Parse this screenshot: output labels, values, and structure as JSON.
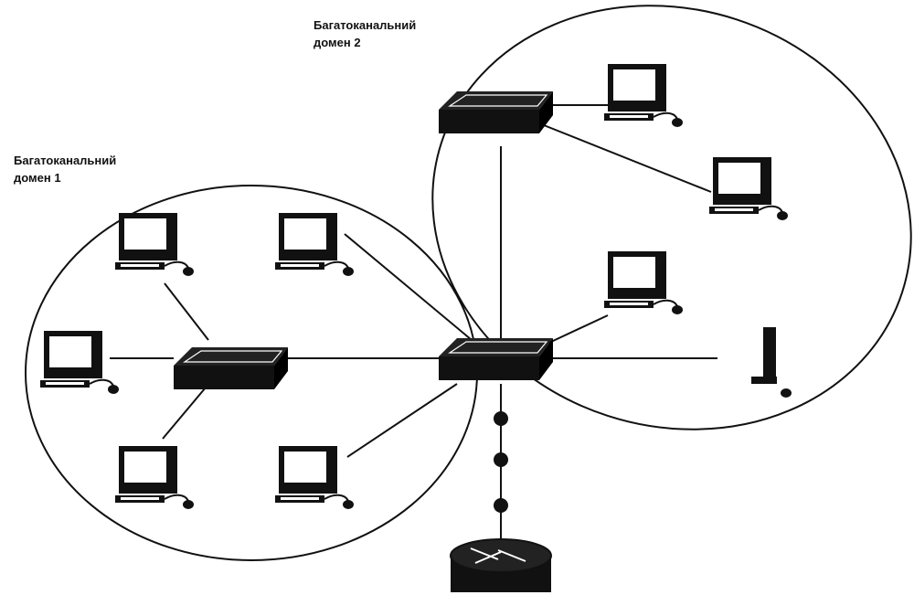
{
  "domains": [
    {
      "id": "domain-1",
      "label_line1": "Багатоканальний",
      "label_line2": "домен 1"
    },
    {
      "id": "domain-2",
      "label_line1": "Багатоканальний",
      "label_line2": "домен 2"
    }
  ],
  "colors": {
    "ink": "#111111",
    "paper": "#ffffff",
    "screen": "#ffffff"
  },
  "icons": {
    "switch": "network-switch-icon",
    "computer": "desktop-computer-icon",
    "router": "router-icon",
    "connector": "link-node-icon"
  }
}
